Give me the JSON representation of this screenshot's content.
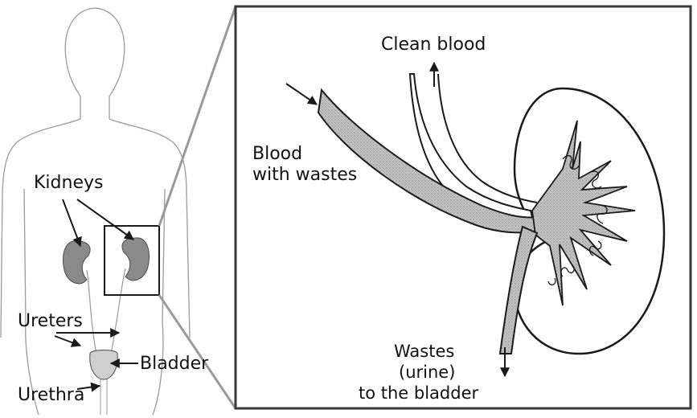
{
  "labels": {
    "kidneys": "Kidneys",
    "ureters": "Ureters",
    "bladder": "Bladder",
    "urethra": "Urethra",
    "clean_blood": "Clean blood",
    "blood_with_wastes_line1": "Blood",
    "blood_with_wastes_line2": "with wastes",
    "wastes_line1": "Wastes",
    "wastes_line2": "(urine)",
    "wastes_line3": "to the bladder"
  },
  "colors": {
    "line": "#1a1a1a",
    "kidney_fill": "#8a8a8a",
    "bladder_fill": "#cfcfcf",
    "vessel_fill": "#b9b9b9",
    "outline_grey": "#9a9a9a",
    "frame": "#3a3a3a"
  }
}
